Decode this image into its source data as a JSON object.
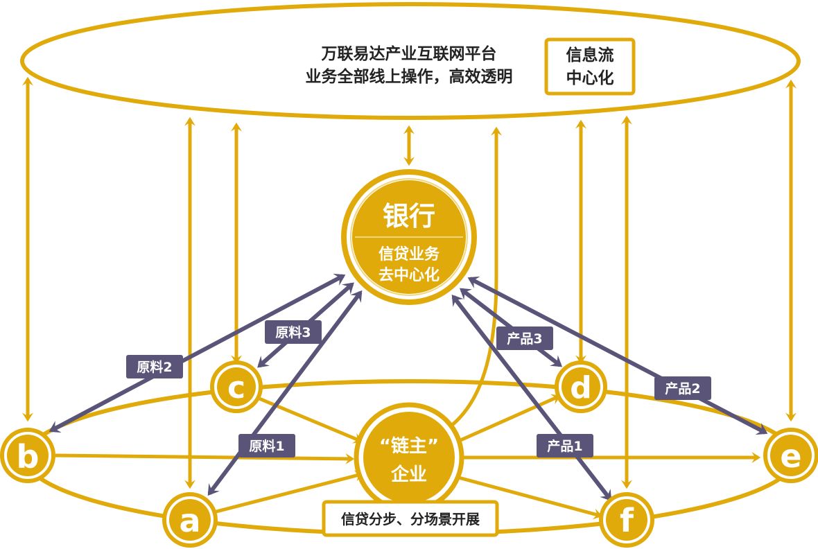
{
  "platform": {
    "line1": "万联易达产业互联网平台",
    "line2": "业务全部线上操作，高效透明"
  },
  "info_box": {
    "line1": "信息流",
    "line2": "中心化"
  },
  "bank": {
    "title": "银行",
    "line1": "信贷业务",
    "line2": "去中心化"
  },
  "core": {
    "line1": "“链主”",
    "line2": "企业"
  },
  "bottom_box": {
    "label": "信贷分步、分场景开展"
  },
  "nodes": {
    "a": "a",
    "b": "b",
    "c": "c",
    "d": "d",
    "e": "e",
    "f": "f"
  },
  "labels": {
    "raw1": "原料1",
    "raw2": "原料2",
    "raw3": "原料3",
    "prod1": "产品1",
    "prod2": "产品2",
    "prod3": "产品3"
  },
  "colors": {
    "gold": "#E0AA0A",
    "purple": "#5A5478",
    "white": "#FFFFFF",
    "text": "#222222"
  }
}
